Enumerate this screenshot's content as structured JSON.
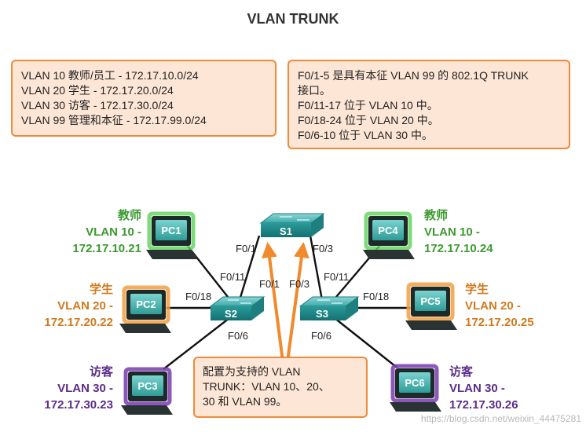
{
  "title": "VLAN TRUNK",
  "vlan_info": [
    "VLAN 10 教师/员工 - 172.17.10.0/24",
    "VLAN 20 学生 - 172.17.20.0/24",
    "VLAN 30 访客 - 172.17.30.0/24",
    "VLAN 99 管理和本征 - 172.17.99.0/24"
  ],
  "port_info": [
    "F0/1-5 是具有本征 VLAN 99 的 802.1Q TRUNK",
    "接口。",
    "F0/11-17 位于 VLAN 10 中。",
    "F0/18-24 位于 VLAN 20 中。",
    "F0/6-10 位于 VLAN 30 中。"
  ],
  "trunk_note": [
    "配置为支持的 VLAN",
    "TRUNK：VLAN 10、20、",
    "30 和 VLAN 99。"
  ],
  "switches": {
    "s1": "S1",
    "s2": "S2",
    "s3": "S3"
  },
  "pcs": {
    "pc1": {
      "name": "PC1",
      "role": "教师",
      "vlan": "VLAN 10 -",
      "ip": "172.17.10.21"
    },
    "pc2": {
      "name": "PC2",
      "role": "学生",
      "vlan": "VLAN 20 -",
      "ip": "172.17.20.22"
    },
    "pc3": {
      "name": "PC3",
      "role": "访客",
      "vlan": "VLAN 30 -",
      "ip": "172.17.30.23"
    },
    "pc4": {
      "name": "PC4",
      "role": "教师",
      "vlan": "VLAN 10 -",
      "ip": "172.17.10.24"
    },
    "pc5": {
      "name": "PC5",
      "role": "学生",
      "vlan": "VLAN 20 -",
      "ip": "172.17.20.25"
    },
    "pc6": {
      "name": "PC6",
      "role": "访客",
      "vlan": "VLAN 30 -",
      "ip": "172.17.30.26"
    }
  },
  "ports": {
    "s1_left": "F0/1",
    "s1_right": "F0/3",
    "s2_up": "F0/11",
    "s2_left": "F0/18",
    "s2_down": "F0/6",
    "s2_trunk": "F0/1",
    "s3_trunk": "F0/3",
    "s3_up": "F0/11",
    "s3_right": "F0/18",
    "s3_down": "F0/6"
  },
  "colors": {
    "vlan10": "#3c9a2f",
    "vlan20": "#d17a1e",
    "vlan30": "#5a2d8a",
    "box_border": "#ee8a3a",
    "box_fill": "#fde6d6",
    "switch": "#2fa5a5",
    "pc_screen": "#3ab6b0"
  },
  "watermark": "https://blog.csdn.net/weixin_44475281"
}
